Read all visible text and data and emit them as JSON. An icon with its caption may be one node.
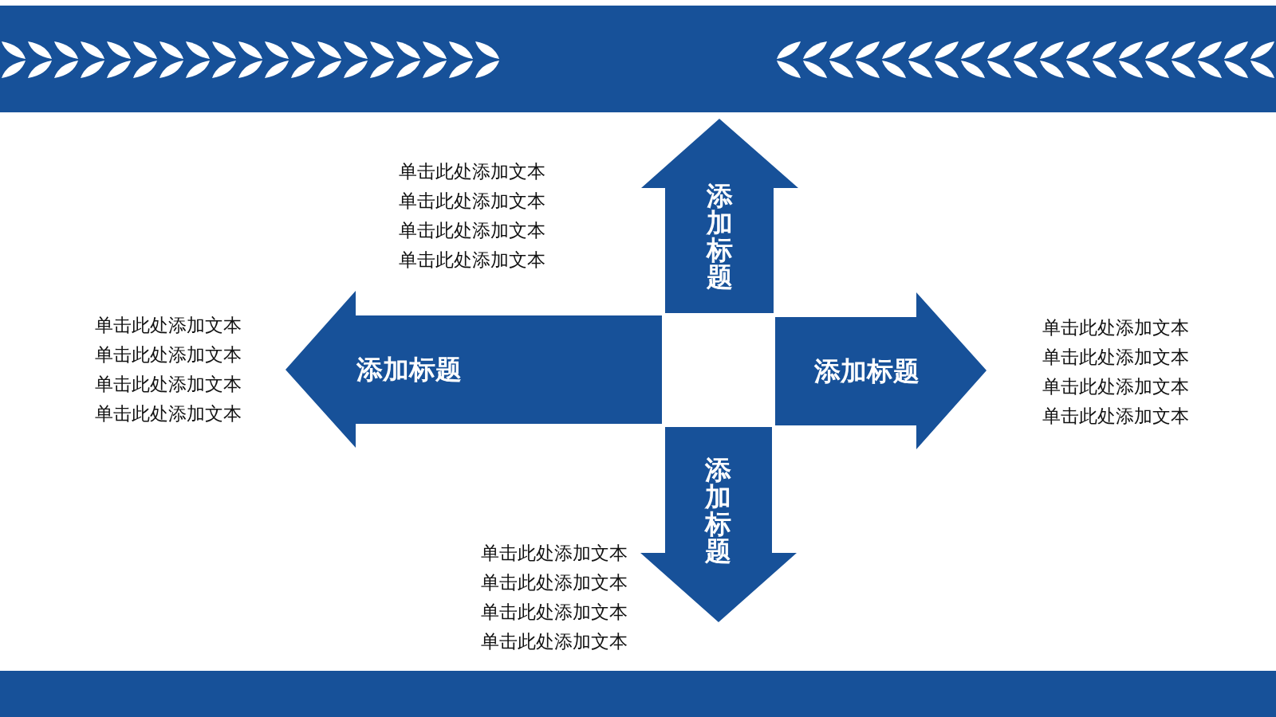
{
  "diagram": {
    "nodes": [
      {
        "text": [
          "添加标题"
        ],
        "beside": [
          "单击此处添加文本",
          "单击此处添加文本",
          "单击此处添加文本",
          "单击此处添加文本"
        ]
      },
      {
        "text": [
          "添加标题"
        ],
        "beside": [
          "单击此处添加文本",
          "单击此处添加文本",
          "单击此处添加文本",
          "单击此处添加文本"
        ]
      },
      {
        "text": [
          "添加标题"
        ],
        "beside": [
          "单击此处添加文本",
          "单击此处添加文本",
          "单击此处添加文本",
          "单击此处添加文本"
        ]
      },
      {
        "text": [
          "添加标题"
        ],
        "beside": [
          "单击此处添加文本",
          "单击此处添加文本",
          "单击此处添加文本",
          "单击此处添加文本"
        ]
      }
    ]
  }
}
